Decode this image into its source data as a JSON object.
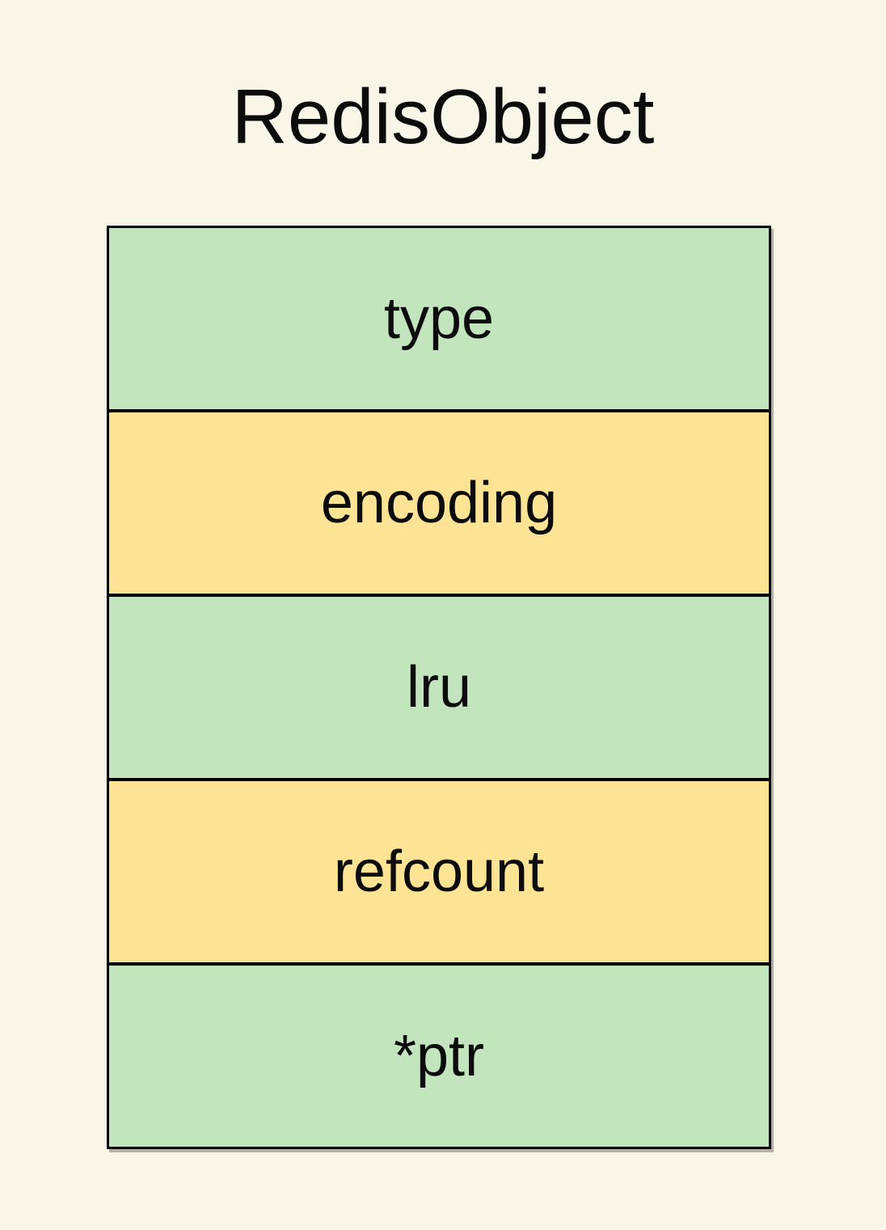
{
  "title": "RedisObject",
  "diagram": {
    "name": "redis-object-struct",
    "rows": [
      {
        "label": "type",
        "fill": "#c2e5bd"
      },
      {
        "label": "encoding",
        "fill": "#fde394"
      },
      {
        "label": "lru",
        "fill": "#c2e5bd"
      },
      {
        "label": "refcount",
        "fill": "#fde394"
      },
      {
        "label": "*ptr",
        "fill": "#c2e5bd"
      }
    ]
  },
  "colors": {
    "background": "#f9f6e7",
    "green": "#c2e5bd",
    "yellow": "#fde394",
    "border": "#000000",
    "text": "#0c0c0c"
  }
}
